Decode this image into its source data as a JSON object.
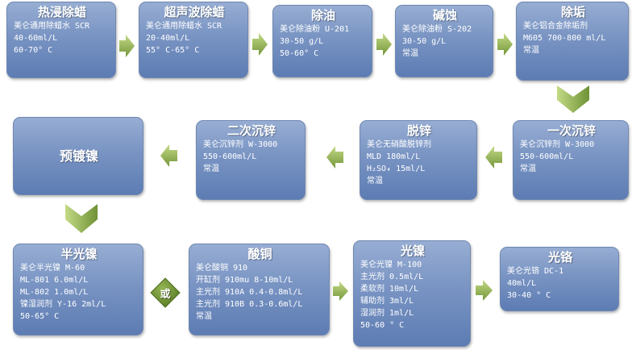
{
  "colors": {
    "box_top": "#97add3",
    "box_bottom": "#5d7cb3",
    "arrow_light": "#b7d07a",
    "arrow_dark": "#72943a",
    "badge": "#678a2e"
  },
  "steps": {
    "s1": {
      "title": "热浸除蜡",
      "lines": [
        "美仑通用除蜡水 SCR",
        "40-60ml/L",
        "60-70° C"
      ]
    },
    "s2": {
      "title": "超声波除蜡",
      "lines": [
        "美仑通用除蜡水 SCR",
        "20-40ml/L",
        "55° C-65° C"
      ]
    },
    "s3": {
      "title": "除油",
      "lines": [
        "美仑除油粉 U-201",
        "30-50 g/L",
        "50-60° C"
      ]
    },
    "s4": {
      "title": "碱蚀",
      "lines": [
        "美仑除油粉 S-202",
        "30-50 g/L",
        "常温"
      ]
    },
    "s5": {
      "title": "除垢",
      "lines": [
        "美仑铝合金除垢剂",
        "M605 700-800 ml/L",
        "常温"
      ]
    },
    "s6": {
      "title": "一次沉锌",
      "lines": [
        "美仑沉锌剂 W-3000",
        "550-600ml/L",
        "常温"
      ]
    },
    "s7": {
      "title": "脱锌",
      "lines": [
        "美仑无硝酸脱锌剂",
        "MLD 180ml/L",
        "H₂SO₄ 15ml/L",
        "常温"
      ]
    },
    "s8": {
      "title": "二次沉锌",
      "lines": [
        "美仑沉锌剂 W-3000",
        "550-600ml/L",
        "常温"
      ]
    },
    "s9": {
      "title": "预镀镍"
    },
    "s10": {
      "title": "半光镍",
      "lines": [
        "美仑半光镍 M-60",
        "ML-801 6.0ml/L",
        "ML-802 1.0ml/L",
        "镍湿润剂 Y-16 2ml/L",
        "50-65° C"
      ]
    },
    "s11": {
      "title": "酸铜",
      "lines": [
        "美仑酸铜 910",
        "开缸剂 910mu 8-10ml/L",
        "主光剂 910A 0.4-0.8ml/L",
        "主光剂 910B 0.3-0.6ml/L",
        "常温"
      ]
    },
    "s12": {
      "title": "光镍",
      "lines": [
        "美仑光镍 M-100",
        "主光剂 0.5ml/L",
        "柔软剂 10ml/L",
        "辅助剂 3ml/L",
        "湿润剂 1ml/L",
        "50-60 ° C"
      ]
    },
    "s13": {
      "title": "光铬",
      "lines": [
        "美仑光铬 DC-1",
        "40ml/L",
        "30-40 ° C"
      ]
    }
  },
  "or_label": "或"
}
